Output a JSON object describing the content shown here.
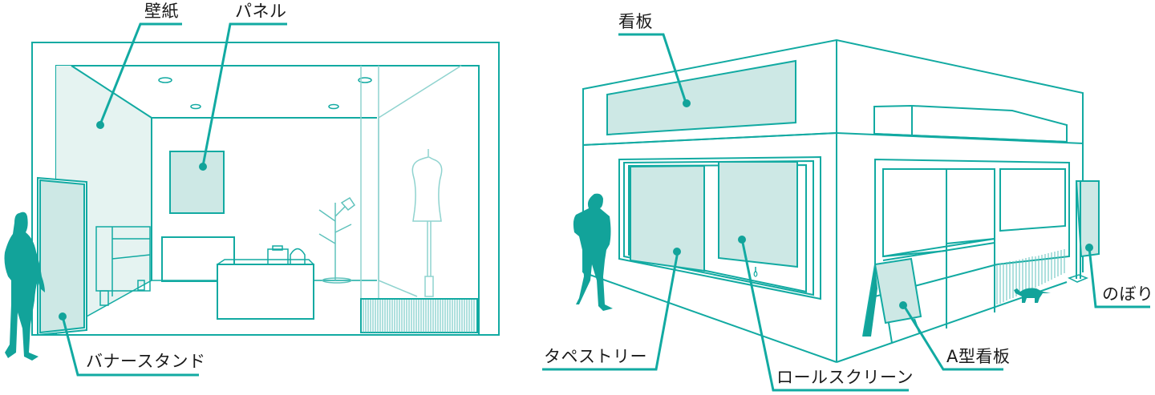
{
  "colors": {
    "line": "#12aaa2",
    "line_light": "#8fd3cf",
    "fill_light": "#cde8e5",
    "fill_lighter": "#e5f3f1",
    "figure": "#12a39a",
    "text": "#1a1a1a",
    "background": "#ffffff"
  },
  "interior": {
    "labels": {
      "wallpaper": "壁紙",
      "panel": "パネル",
      "banner_stand": "バナースタンド"
    }
  },
  "exterior": {
    "labels": {
      "signboard": "看板",
      "tapestry": "タペストリー",
      "roll_screen": "ロールスクリーン",
      "a_frame_sign": "A型看板",
      "nobori": "のぼり"
    }
  }
}
